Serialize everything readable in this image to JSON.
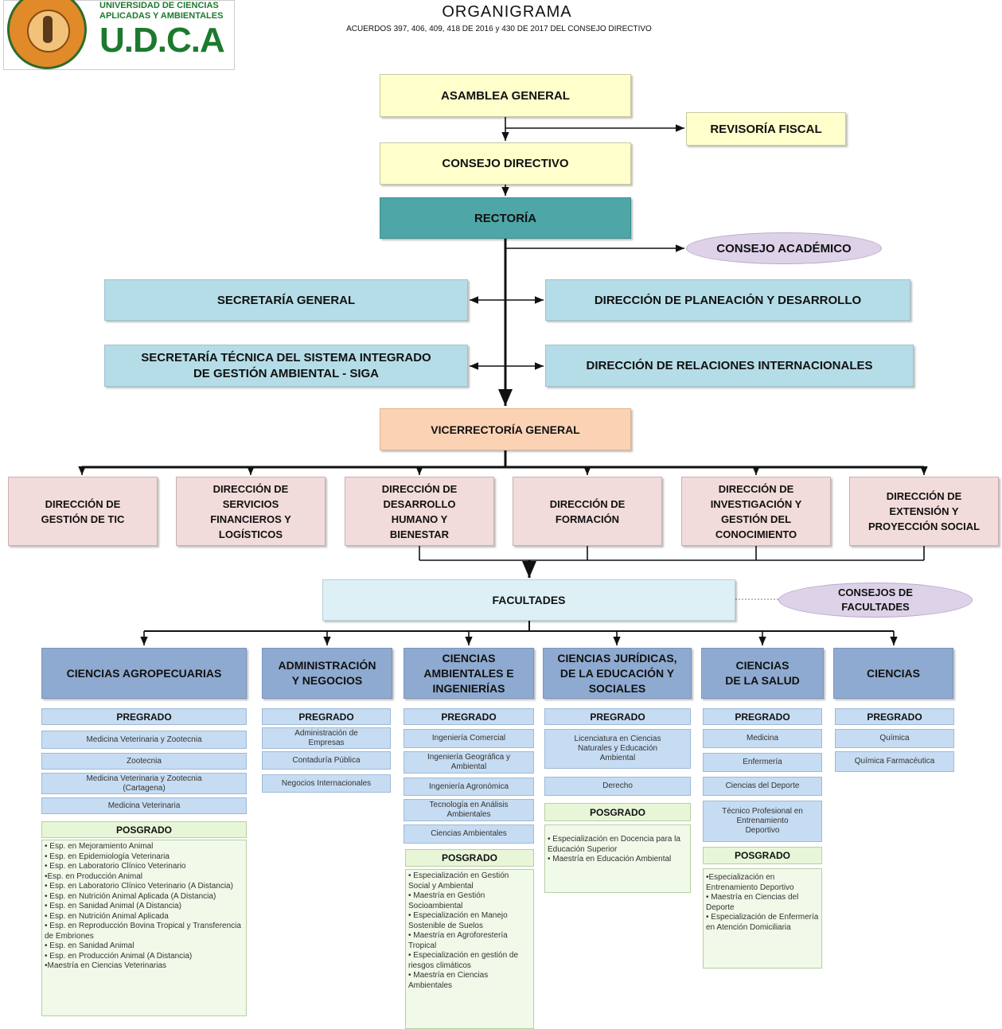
{
  "header": {
    "logo_text": "U.D.C.A",
    "university_line1": "UNIVERSIDAD DE CIENCIAS",
    "university_line2": "APLICADAS Y AMBIENTALES",
    "title": "ORGANIGRAMA",
    "subtitle": "ACUERDOS 397, 406, 409, 418 DE 2016 y 430 DE 2017 DEL CONSEJO DIRECTIVO"
  },
  "nodes": {
    "asamblea": "ASAMBLEA GENERAL",
    "revisoria": "REVISORÍA FISCAL",
    "consejo_directivo": "CONSEJO DIRECTIVO",
    "rectoria": "RECTORÍA",
    "consejo_academico": "CONSEJO ACADÉMICO",
    "secretaria_general": "SECRETARÍA GENERAL",
    "planeacion": "DIRECCIÓN DE PLANEACIÓN Y DESARROLLO",
    "siga": "SECRETARÍA TÉCNICA DEL SISTEMA INTEGRADO\nDE GESTIÓN AMBIENTAL - SIGA",
    "relaciones": "DIRECCIÓN DE RELACIONES INTERNACIONALES",
    "vicerrectoria": "VICERRECTORÍA GENERAL",
    "facultades": "FACULTADES",
    "consejos_facultades": "CONSEJOS DE\nFACULTADES"
  },
  "direcciones": [
    "DIRECCIÓN DE\nGESTIÓN DE TIC",
    "DIRECCIÓN DE\nSERVICIOS\nFINANCIEROS Y\nLOGÍSTICOS",
    "DIRECCIÓN DE\nDESARROLLO\nHUMANO Y\nBIENESTAR",
    "DIRECCIÓN DE\nFORMACIÓN",
    "DIRECCIÓN DE\nINVESTIGACIÓN Y\nGESTIÓN DEL\nCONOCIMIENTO",
    "DIRECCIÓN DE\nEXTENSIÓN Y\nPROYECCIÓN SOCIAL"
  ],
  "faculties": [
    {
      "name": "CIENCIAS AGROPECUARIAS",
      "pregrado_label": "PREGRADO",
      "pregrado": [
        "Medicina Veterinaria y Zootecnia",
        "Zootecnia",
        "Medicina Veterinaria y Zootecnia\n(Cartagena)",
        "Medicina Veterinaria"
      ],
      "posgrado_label": "POSGRADO",
      "posgrado": "• Esp. en  Mejoramiento Animal\n• Esp. en Epidemiología Veterinaria\n• Esp. en Laboratorio Clínico Veterinario\n•Esp. en Producción Animal\n• Esp. en Laboratorio Clínico Veterinario (A Distancia)\n• Esp. en Nutrición Animal Aplicada (A Distancia)\n• Esp. en Sanidad Animal (A Distancia)\n• Esp. en Nutrición Animal Aplicada\n• Esp. en Reproducción Bovina Tropical y Transferencia de Embriones\n• Esp. en Sanidad Animal\n• Esp. en Producción Animal (A Distancia)\n•Maestría en Ciencias Veterinarias"
    },
    {
      "name": "ADMINISTRACIÓN\nY NEGOCIOS",
      "pregrado_label": "PREGRADO",
      "pregrado": [
        "Administración de\nEmpresas",
        "Contaduría Pública",
        "Negocios Internacionales"
      ]
    },
    {
      "name": "CIENCIAS\nAMBIENTALES E\nINGENIERÍAS",
      "pregrado_label": "PREGRADO",
      "pregrado": [
        "Ingeniería Comercial",
        "Ingeniería Geográfica y\nAmbiental",
        "Ingeniería Agronómica",
        "Tecnología en Análisis\nAmbientales",
        "Ciencias Ambientales"
      ],
      "posgrado_label": "POSGRADO",
      "posgrado": "• Especialización en Gestión Social y Ambiental\n• Maestría en Gestión Socioambiental\n• Especialización en Manejo Sostenible de Suelos\n• Maestría en Agroforestería Tropical\n• Especialización en gestión de riesgos climáticos\n• Maestría en Ciencias Ambientales"
    },
    {
      "name": "CIENCIAS JURÍDICAS,\nDE LA EDUCACIÓN Y\nSOCIALES",
      "pregrado_label": "PREGRADO",
      "pregrado": [
        "Licenciatura en Ciencias\nNaturales y Educación\nAmbiental",
        "Derecho"
      ],
      "posgrado_label": "POSGRADO",
      "posgrado": "• Especialización en Docencia para la Educación Superior\n• Maestría en Educación Ambiental"
    },
    {
      "name": "CIENCIAS\nDE LA SALUD",
      "pregrado_label": "PREGRADO",
      "pregrado": [
        "Medicina",
        "Enfermería",
        "Ciencias del Deporte",
        "Técnico Profesional en\nEntrenamiento\nDeportivo"
      ],
      "posgrado_label": "POSGRADO",
      "posgrado": "•Especialización en Entrenamiento Deportivo\n• Maestría en Ciencias del Deporte\n• Especialización de Enfermería en Atención Domiciliaria"
    },
    {
      "name": "CIENCIAS",
      "pregrado_label": "PREGRADO",
      "pregrado": [
        "Química",
        "Química Farmacéutica"
      ]
    }
  ],
  "colors": {
    "yellow": "#ffffcc",
    "teal": "#4fa6a6",
    "light_blue": "#b5dde8",
    "peach": "#fbd3b4",
    "pink": "#f2dcdb",
    "faculty_blue": "#8eaad0",
    "lavender": "#ddd2e8",
    "program_blue": "#c6dcf2",
    "posgrado_green": "#e8f6d8"
  }
}
